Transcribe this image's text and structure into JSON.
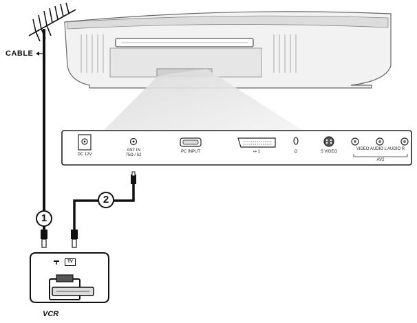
{
  "labels": {
    "cable": "CABLE",
    "vcr": "VCR"
  },
  "steps": {
    "step1": "1",
    "step2": "2"
  },
  "ports": {
    "dc": "DC 12V",
    "ant_in": "ANT IN",
    "ant_sub": "75Ω / 52",
    "pc_input": "PC INPUT",
    "scart": "↦ 1",
    "headphone": "Ω",
    "svideo": "S VIDEO",
    "av_inputs": "VIDEO  AUDIO L  AUDIO R",
    "av2": "AV2"
  },
  "vcr_device": {
    "tv_tag": "TV"
  }
}
